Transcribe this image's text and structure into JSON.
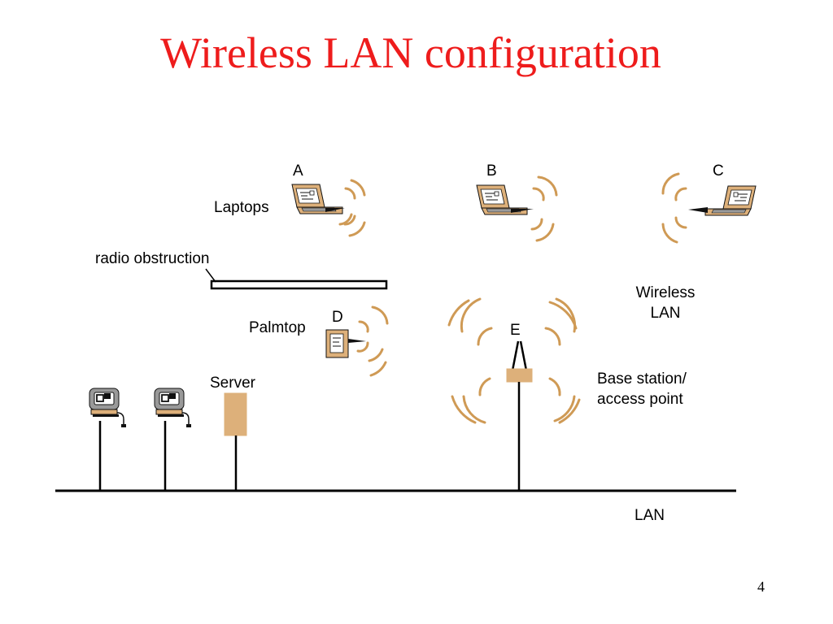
{
  "slide": {
    "title": "Wireless LAN configuration",
    "page_number": "4"
  },
  "labels": {
    "laptops": "Laptops",
    "radio_obstruction": "radio obstruction",
    "palmtop": "Palmtop",
    "server": "Server",
    "wireless_lan_line1": "Wireless",
    "wireless_lan_line2": "LAN",
    "base_station_line1": "Base station/",
    "base_station_line2": "access point",
    "lan": "LAN"
  },
  "nodes": {
    "a": "A",
    "b": "B",
    "c": "C",
    "d": "D",
    "e": "E"
  },
  "colors": {
    "title": "#ee1c1c",
    "device_fill": "#ddb07a",
    "wave": "#cf9a55",
    "line": "#000000",
    "grey": "#999999"
  }
}
